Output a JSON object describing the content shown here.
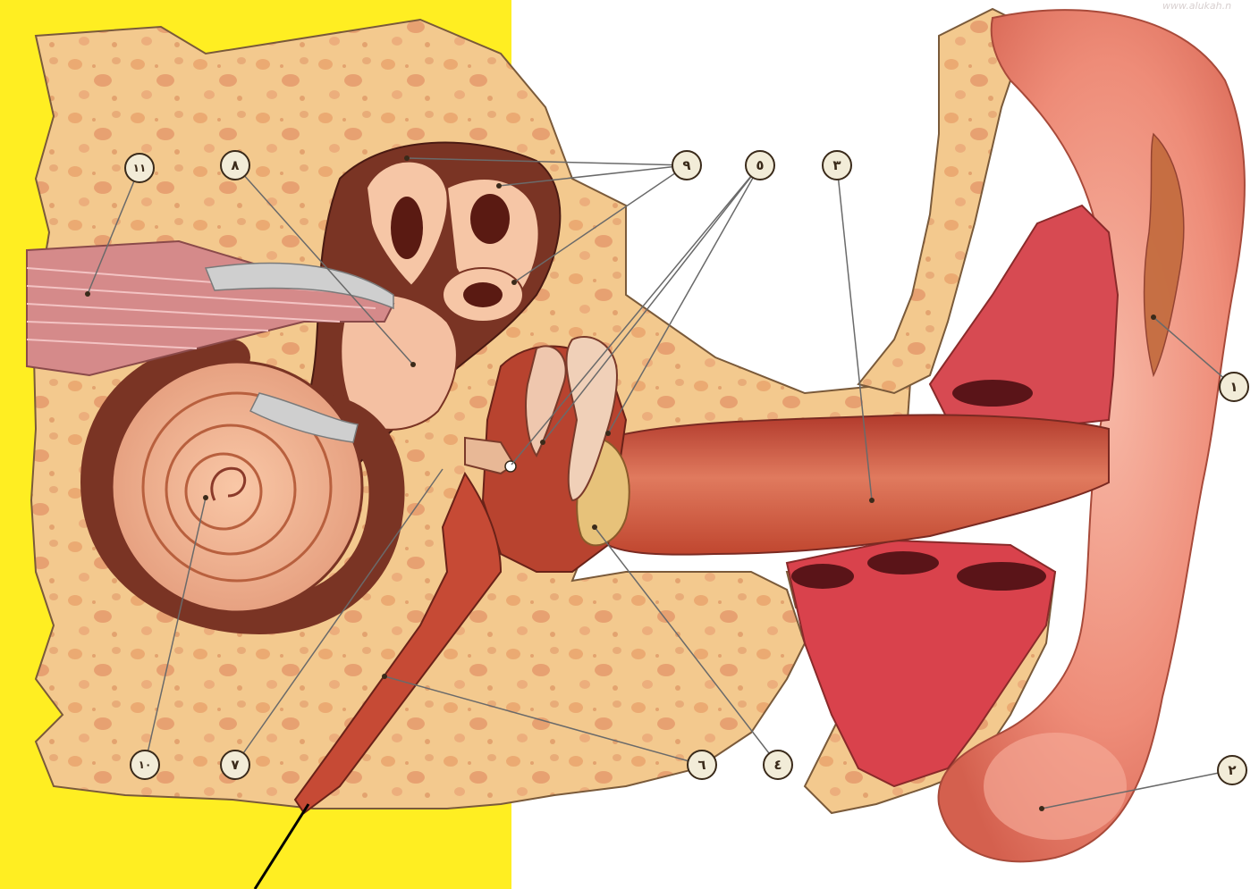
{
  "watermark": "www.alukah.n",
  "labels": [
    {
      "id": "1",
      "text": "١"
    },
    {
      "id": "2",
      "text": "٢"
    },
    {
      "id": "3",
      "text": "٣"
    },
    {
      "id": "4",
      "text": "٤"
    },
    {
      "id": "5",
      "text": "٥"
    },
    {
      "id": "6",
      "text": "٦"
    },
    {
      "id": "7",
      "text": "٧"
    },
    {
      "id": "8",
      "text": "٨"
    },
    {
      "id": "9",
      "text": "٩"
    },
    {
      "id": "10",
      "text": "١٠"
    },
    {
      "id": "11",
      "text": "١١"
    }
  ],
  "colors": {
    "yellow_panel": "#ffee22",
    "bone": "#f4cf8c",
    "bone_spot": "#e9a97a",
    "flesh": "#e8826a",
    "canal": "#c9533f",
    "dark": "#7a2a22",
    "pinna": "#f29a8a"
  }
}
